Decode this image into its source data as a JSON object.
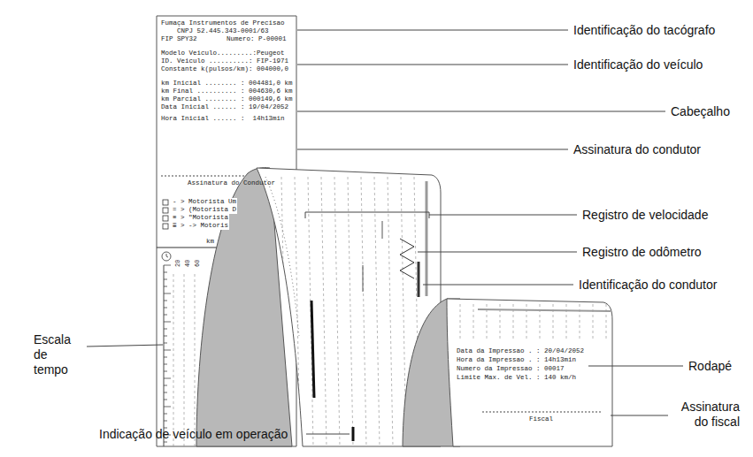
{
  "diagram": {
    "labels": [
      "Fumaça Instrumentos de Precisao",
      "CNPJ 52.445.343-0001/63",
      "FIP SPY32",
      "Numero: P-00001",
      "Modelo Veiculo.........:Peugeot",
      "ID. Veiculo ..........: FIP-1971",
      "Constante k(pulsos/km): 004000,0",
      "km Inicial ........ : 004481,0 km",
      "km Final .......... : 004630,6 km",
      "km Parcial ........ : 000149,6 km",
      "Data Inicial ...... : 19/04/2052",
      "Hora Inicial ...... :  14h13min",
      "Assinatura do Condutor",
      "- > Motorista Um",
      "= > (Motorista D",
      "≡ > \"Motorista",
      "≣ > -> Motoris",
      "km",
      "20",
      "40",
      "60",
      "Data da Impressao . : 20/04/2052",
      "Hora da Impressao . : 14h13min",
      "Numero da Impressao : 00017",
      "Limite Max. de Vel. : 140 km/h",
      "Fiscal",
      "Identificação do tacógrafo",
      "Identificação do veículo",
      "Cabeçalho",
      "Assinatura do condutor",
      "Registro de velocidade",
      "Registro de odômetro",
      "Identificação do condutor",
      "Rodapé",
      "Assinatura do fiscal",
      "Escala de tempo",
      "Indicação de veículo em operação"
    ]
  }
}
